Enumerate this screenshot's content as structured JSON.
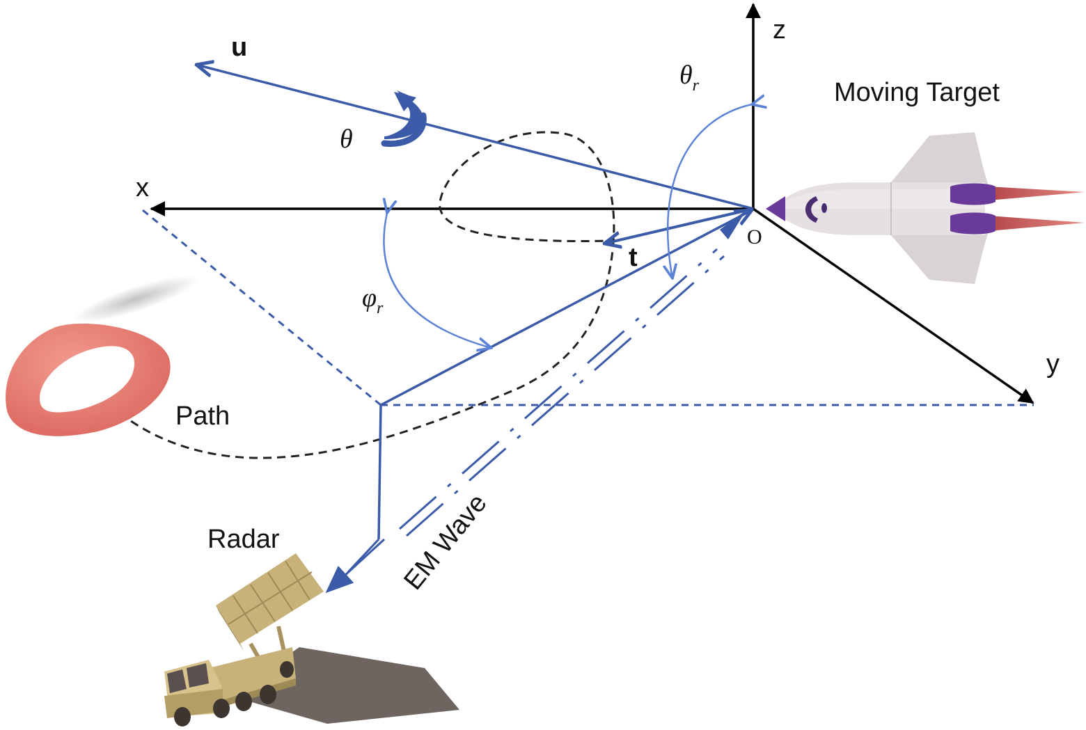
{
  "labels": {
    "x_axis": "x",
    "y_axis": "y",
    "z_axis": "z",
    "origin": "O",
    "u_vector": "u",
    "t_vector": "t",
    "theta": "θ",
    "theta_r": "θ",
    "theta_r_sub": "r",
    "phi_r": "φ",
    "phi_r_sub": "r",
    "moving_target": "Moving Target",
    "path": "Path",
    "radar": "Radar",
    "em_wave": "EM Wave"
  },
  "colors": {
    "axis": "#000000",
    "vector_blue": "#3b5ba8",
    "angle_blue": "#5b82d4",
    "path_dash": "#222222",
    "torus": "#e8776a",
    "plume": "#c8584f",
    "engine": "#6a3a9a",
    "radar_body": "#c8b27a",
    "radar_shadow": "#6e6460"
  },
  "icons": {
    "target": "shuttle-icon",
    "radar": "radar-truck-icon",
    "path_start": "torus-icon",
    "rotation": "rotation-arrow-icon"
  }
}
